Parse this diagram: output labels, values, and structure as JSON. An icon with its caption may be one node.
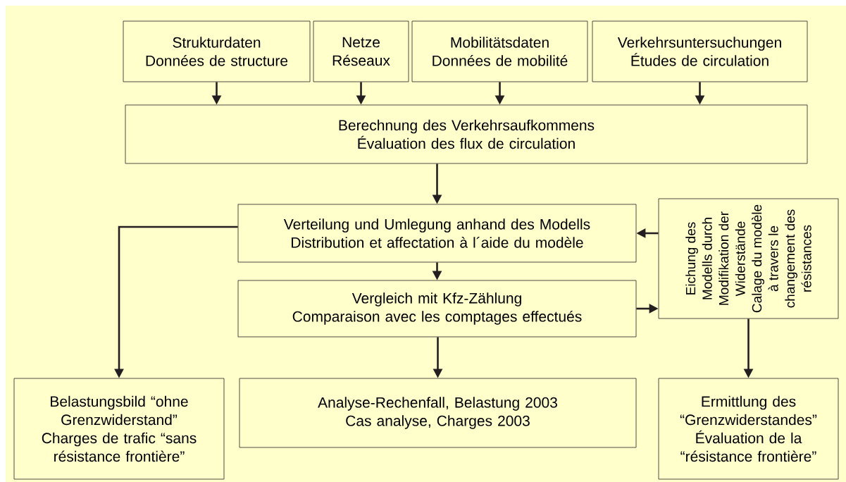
{
  "diagram": {
    "nodes": [
      {
        "text": [
          "Strukturdaten",
          "Données de structure"
        ]
      },
      {
        "text": [
          "Netze",
          "Réseaux"
        ]
      },
      {
        "text": [
          "Mobilitätsdaten",
          "Données de mobilité"
        ]
      },
      {
        "text": [
          "Verkehrsuntersuchungen",
          "Études de circulation"
        ]
      },
      {
        "text": [
          "Berechnung des Verkehrsaufkommens",
          "Évaluation des flux de circulation"
        ]
      },
      {
        "text": [
          "Verteilung und Umlegung anhand des Modells",
          "Distribution et affectation à l´aide du modèle"
        ]
      },
      {
        "text": [
          "Eichung des Modells durch Modifikation der Widerstände",
          "Calage du modèle à travers le changement des résistances"
        ]
      },
      {
        "text": [
          "Vergleich mit Kfz-Zählung",
          "Comparaison avec les comptages effectués"
        ]
      },
      {
        "text": [
          "Belastungsbild “ohne Grenzwiderstand”",
          "Charges de trafic “sans résistance frontière”"
        ]
      },
      {
        "text": [
          "Analyse-Rechenfall, Belastung 2003",
          "Cas analyse, Charges 2003"
        ]
      },
      {
        "text": [
          "Ermittlung des “Grenzwiderstandes”",
          "Évaluation de la “résistance frontière”"
        ]
      }
    ],
    "edges": [
      {
        "from": 0,
        "to": 4,
        "arrow": "to"
      },
      {
        "from": 1,
        "to": 4,
        "arrow": "to"
      },
      {
        "from": 2,
        "to": 4,
        "arrow": "to"
      },
      {
        "from": 3,
        "to": 4,
        "arrow": "to"
      },
      {
        "from": 4,
        "to": 5,
        "arrow": "to"
      },
      {
        "from": 6,
        "to": 5,
        "arrow": "to"
      },
      {
        "from": 5,
        "to": 8,
        "arrow": "to"
      },
      {
        "from": 5,
        "to": 7,
        "arrow": "to"
      },
      {
        "from": 7,
        "to": 6,
        "arrow": "to"
      },
      {
        "from": 7,
        "to": 9,
        "arrow": "to"
      },
      {
        "from": 6,
        "to": 10,
        "arrow": "to"
      }
    ]
  }
}
